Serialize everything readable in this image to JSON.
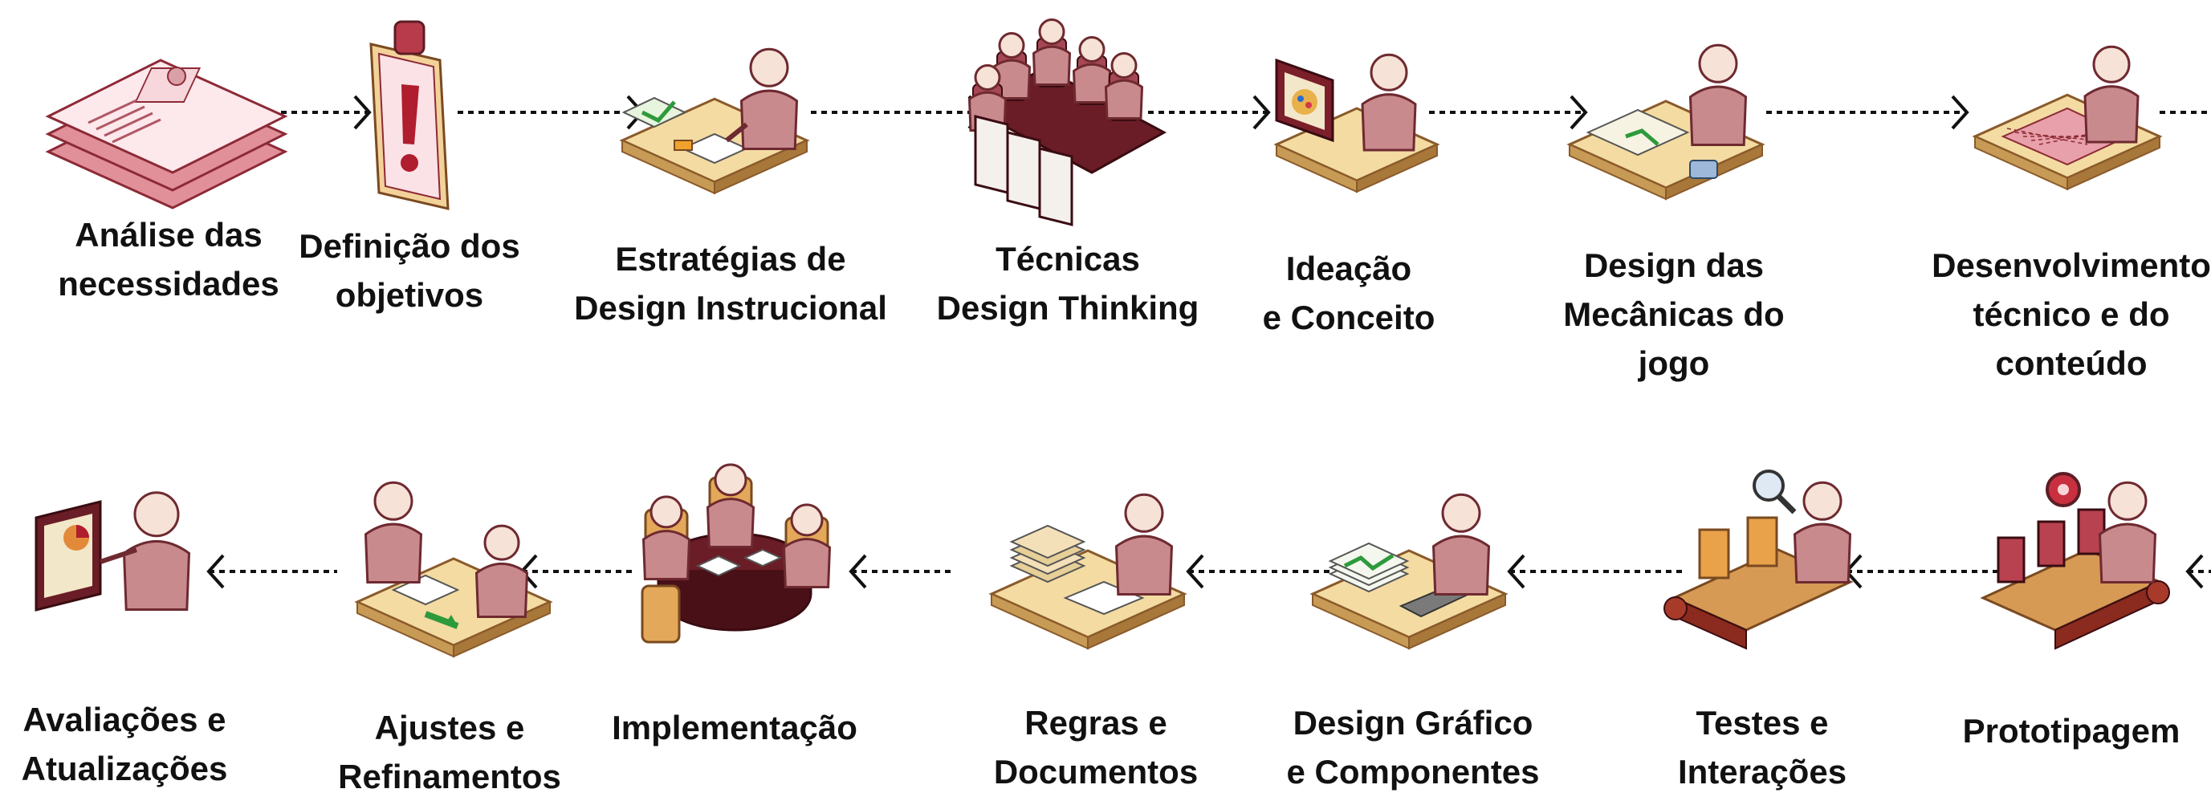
{
  "top_row": [
    {
      "icon": "documents-icon",
      "lines": [
        "Análise das",
        "necessidades"
      ]
    },
    {
      "icon": "clipboard-alert-icon",
      "lines": [
        "Definição dos",
        "objetivos"
      ]
    },
    {
      "icon": "desk-worker-icon",
      "lines": [
        "Estratégias de",
        "Design Instrucional"
      ]
    },
    {
      "icon": "meeting-table-icon",
      "lines": [
        "Técnicas",
        "Design Thinking"
      ]
    },
    {
      "icon": "monitor-desk-icon",
      "lines": [
        "Ideação",
        "e Conceito"
      ]
    },
    {
      "icon": "drafting-desk-icon",
      "lines": [
        "Design das",
        "Mecânicas do",
        "jogo"
      ]
    },
    {
      "icon": "blueprint-desk-icon",
      "lines": [
        "Desenvolvimento",
        "técnico e do",
        "conteúdo"
      ]
    }
  ],
  "bottom_row": [
    {
      "icon": "presentation-icon",
      "lines": [
        "Avaliações e",
        "Atualizações"
      ]
    },
    {
      "icon": "handshake-desk-icon",
      "lines": [
        "Ajustes e",
        "Refinamentos"
      ]
    },
    {
      "icon": "round-table-icon",
      "lines": [
        "Implementação"
      ]
    },
    {
      "icon": "paperwork-desk-icon",
      "lines": [
        "Regras e",
        "Documentos"
      ]
    },
    {
      "icon": "chart-desk-icon",
      "lines": [
        "Design Gráfico",
        "e Componentes"
      ]
    },
    {
      "icon": "conveyor-inspect-icon",
      "lines": [
        "Testes e",
        "Interações"
      ]
    },
    {
      "icon": "conveyor-gear-icon",
      "lines": [
        "Prototipagem"
      ]
    }
  ],
  "colors": {
    "figure": "#c98a8e",
    "figure_dark": "#6e2a30",
    "desk": "#f3dba2",
    "desk_edge": "#8a5a2a",
    "accent_red": "#d2394a",
    "arrow": "#111111"
  }
}
